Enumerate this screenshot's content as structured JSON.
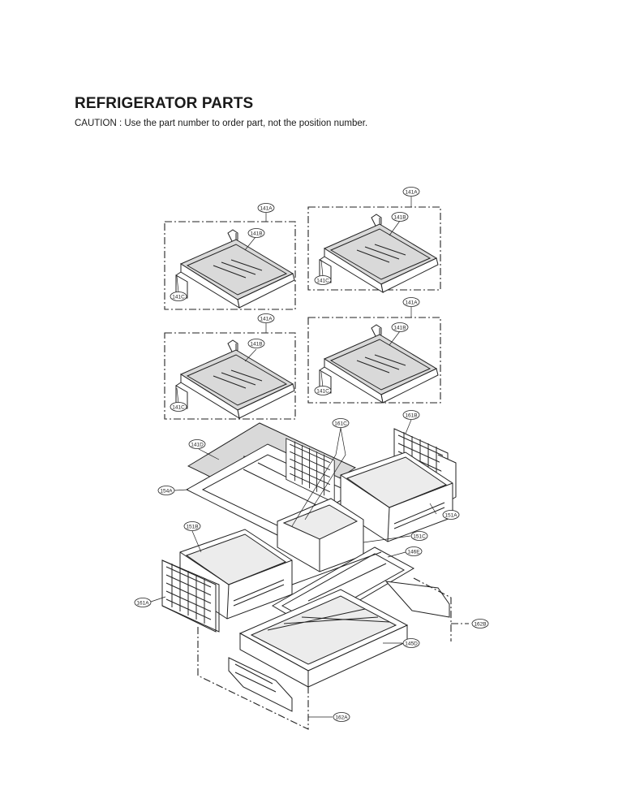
{
  "header": {
    "title": "REFRIGERATOR PARTS",
    "caution": "CAUTION : Use the part number to order part, not the position number."
  },
  "diagram": {
    "labels": {
      "shelf1_a": "141A",
      "shelf1_b": "141B",
      "shelf1_c": "141C",
      "shelf2_a": "141A",
      "shelf2_b": "141B",
      "shelf2_c": "141C",
      "shelf3_a": "141A",
      "shelf3_b": "141B",
      "shelf3_c": "141C",
      "shelf4_a": "141A",
      "shelf4_b": "141B",
      "shelf4_c": "141C",
      "l141D": "141D",
      "l154A": "154A",
      "l161C": "161C",
      "l161B": "161B",
      "l151A": "151A",
      "l151B": "151B",
      "l151C": "151C",
      "l146E": "146E",
      "l161A": "161A",
      "l162B": "162B",
      "l145D": "145D",
      "l162A": "162A"
    }
  }
}
